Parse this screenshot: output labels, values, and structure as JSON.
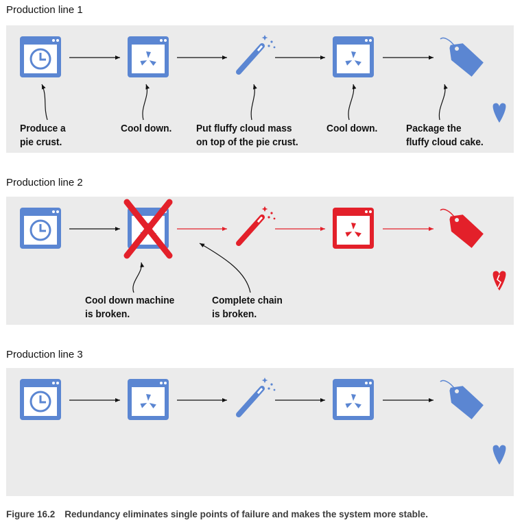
{
  "lines": [
    {
      "title": "Production line 1",
      "notes": [
        "Produce a\npie crust.",
        "Cool down.",
        "Put fluffy cloud mass\non top of the pie crust.",
        "Cool down.",
        "Package the\nfluffy cloud cake."
      ],
      "status": "heart-icon"
    },
    {
      "title": "Production line 2",
      "notes": [
        "Cool down machine\nis broken.",
        "Complete chain\nis broken."
      ],
      "status": "broken-heart-icon"
    },
    {
      "title": "Production line 3",
      "notes": [],
      "status": "heart-icon"
    }
  ],
  "caption": {
    "number": "Figure 16.2",
    "text": "Redundancy eliminates single points of failure and makes the system more stable."
  },
  "colors": {
    "blue": "#5b86d2",
    "red": "#e3202a",
    "panel": "#ebebeb",
    "text": "#111111"
  },
  "icons": [
    "oven-clock-icon",
    "cooling-fan-icon",
    "magic-wand-icon",
    "cooling-fan-icon",
    "price-tag-icon"
  ]
}
